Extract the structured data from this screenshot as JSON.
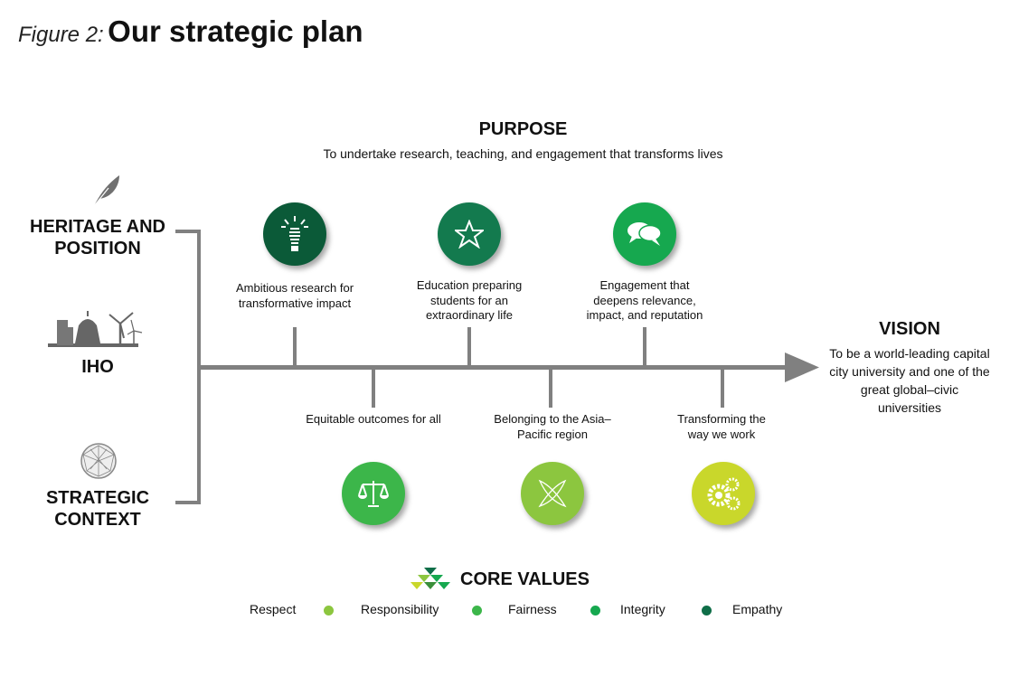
{
  "title": {
    "figure": "Figure 2:",
    "text": "Our strategic plan"
  },
  "purpose": {
    "heading": "PURPOSE",
    "text": "To undertake research, teaching, and engagement that transforms lives"
  },
  "left": {
    "heritage": "HERITAGE AND POSITION",
    "iho": "IHO",
    "strategic": "STRATEGIC CONTEXT"
  },
  "pillars": [
    {
      "label": "Ambitious research for transformative impact",
      "icon": "lightbulb-icon",
      "color": "#0b5a38"
    },
    {
      "label": "Equitable outcomes for all",
      "icon": "scales-icon",
      "color": "#3cb64a"
    },
    {
      "label": "Education preparing students for an extraordinary life",
      "icon": "star-icon",
      "color": "#137a4e"
    },
    {
      "label": "Belonging to the Asia–Pacific region",
      "icon": "leaves-icon",
      "color": "#8cc63f"
    },
    {
      "label": "Engagement that deepens relevance, impact, and reputation",
      "icon": "speech-bubbles-icon",
      "color": "#16a84f"
    },
    {
      "label": "Transforming the way we work",
      "icon": "gears-icon",
      "color": "#c9d72b"
    }
  ],
  "vision": {
    "heading": "VISION",
    "text": "To be a world-leading capital city university and one of the great global–civic universities"
  },
  "core_values": {
    "heading": "CORE VALUES",
    "values": [
      "Respect",
      "Responsibility",
      "Fairness",
      "Integrity",
      "Empathy"
    ],
    "dot_colors": [
      "#8cc63f",
      "#3cb64a",
      "#16a84f",
      "#0f6e48"
    ]
  }
}
